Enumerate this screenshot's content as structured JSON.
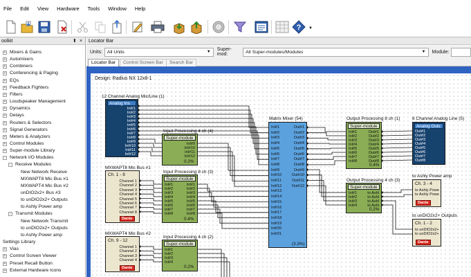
{
  "menu": [
    "File",
    "Edit",
    "View",
    "Hardware",
    "Tools",
    "Window",
    "Help"
  ],
  "toolbar_icons": [
    "new-document-icon",
    "open-folder-icon",
    "save-icon",
    "delete-icon",
    "cut-icon",
    "copy-icon",
    "paste-icon",
    "edit-icon",
    "print-icon",
    "package-icon",
    "unpackage-icon",
    "stop-icon",
    "filter-icon",
    "properties-icon",
    "grid-icon",
    "help-icon"
  ],
  "toolkit": {
    "title": "oolkit",
    "pin": "⬆",
    "close": "×",
    "items": [
      {
        "label": "Mixers & Gains",
        "depth": 0,
        "box": "+"
      },
      {
        "label": "Automixers",
        "depth": 0,
        "box": "+"
      },
      {
        "label": "Combiners",
        "depth": 0,
        "box": "+"
      },
      {
        "label": "Conferencing & Paging",
        "depth": 0,
        "box": "+"
      },
      {
        "label": "EQs",
        "depth": 0,
        "box": "+"
      },
      {
        "label": "Feedback Fighters",
        "depth": 0,
        "box": "+"
      },
      {
        "label": "Filters",
        "depth": 0,
        "box": "+"
      },
      {
        "label": "Loudspeaker Management",
        "depth": 0,
        "box": "+"
      },
      {
        "label": "Dynamics",
        "depth": 0,
        "box": "+"
      },
      {
        "label": "Delays",
        "depth": 0,
        "box": "+"
      },
      {
        "label": "Routers & Selectors",
        "depth": 0,
        "box": "+"
      },
      {
        "label": "Signal Generators",
        "depth": 0,
        "box": "+"
      },
      {
        "label": "Meters & Analyzers",
        "depth": 0,
        "box": "+"
      },
      {
        "label": "Control Modules",
        "depth": 0,
        "box": "+"
      },
      {
        "label": "Super-module Library",
        "depth": 0,
        "box": "+"
      },
      {
        "label": "Network I/O Modules",
        "depth": 0,
        "box": "-"
      },
      {
        "label": "Receive Modules",
        "depth": 1,
        "box": "-"
      },
      {
        "label": "New Network Receive",
        "depth": 2,
        "box": ""
      },
      {
        "label": "MXWAPT8 Mic Bus #1",
        "depth": 2,
        "box": ""
      },
      {
        "label": "MXWAPT4 Mic Bus #2",
        "depth": 2,
        "box": ""
      },
      {
        "label": "unDIO2x2+ Bus #3",
        "depth": 2,
        "box": ""
      },
      {
        "label": "to unDIO2x2+ Outputs",
        "depth": 2,
        "box": ""
      },
      {
        "label": "to Ashly Power amp",
        "depth": 2,
        "box": ""
      },
      {
        "label": "Transmit Modules",
        "depth": 1,
        "box": "-"
      },
      {
        "label": "New Network Transmit",
        "depth": 2,
        "box": ""
      },
      {
        "label": "to unDIO2x2+ Outputs",
        "depth": 2,
        "box": ""
      },
      {
        "label": "to Ashly Power amp",
        "depth": 2,
        "box": ""
      },
      {
        "label": "Settings Library",
        "depth": 0,
        "box": ""
      },
      {
        "label": "Vias",
        "depth": 0,
        "box": "+"
      },
      {
        "label": "Control Screen Viewer",
        "depth": 0,
        "box": "+"
      },
      {
        "label": "Preset Recall Button",
        "depth": 0,
        "box": "+"
      },
      {
        "label": "External Hardware Icons",
        "depth": 0,
        "box": "+"
      }
    ]
  },
  "locator": {
    "title": "Locator Bar",
    "units_label": "Units:",
    "units_value": "All Units",
    "supermod_label": "Super-mod:",
    "supermod_value": "All Super-modules/Modules",
    "module_label": "Module:",
    "tabs": [
      "Locator Bar",
      "Control Screen Bar",
      "Search Bar"
    ]
  },
  "design": {
    "title": "Design: Radius NX 12x8-1",
    "analog_title": "12 Channel Analog Mic/Line (1)",
    "analog_ins": {
      "name": "Analog Ins",
      "pins": [
        "Inl#1",
        "Inl#2",
        "Inl#3",
        "Inl#4",
        "Inl#5",
        "Inl#6",
        "Inl#7",
        "Inl#8",
        "Inl#9",
        "Inl#10",
        "Inl#11",
        "Inl#12"
      ]
    },
    "input_proc_1": {
      "title": "Input Processing 4 ch (4)",
      "name": "Super-module",
      "pins": [
        "Inl#9",
        "Inl#10",
        "Inl#11",
        "Inl#12"
      ],
      "pct": "0.2%"
    },
    "input_proc_2": {
      "title": "Input Processing 8 ch (3)",
      "name": "Super-module",
      "pins_in": [
        "Inl#1",
        "Inl#2",
        "Inl#3",
        "Inl#4",
        "Inl#5",
        "Inl#6",
        "Inl#7",
        "Inl#8"
      ],
      "pins_out": [
        "Inl#1",
        "Inl#2",
        "Inl#3",
        "Inl#4",
        "Inl#5",
        "Inl#6",
        "Inl#7",
        "Inl#8"
      ],
      "pct": "0.4%"
    },
    "input_proc_3": {
      "title": "Input Processing 4 ch (2)",
      "name": "Super-module",
      "pins": [
        "Inl#1",
        "Inl#2",
        "Inl#3",
        "Inl#4"
      ],
      "pct": "0.2%"
    },
    "mxw1": {
      "title": "MXWAPT8 Mic Bus #1",
      "head": "Ch. 1 - 8",
      "pins": [
        "Channel 1",
        "Channel 2",
        "Channel 3",
        "Channel 4",
        "Channel 5",
        "Channel 6",
        "Channel 7",
        "Channel 8"
      ],
      "badge": "Dante"
    },
    "mxw2": {
      "title": "MXWAPT4 Mic Bus #2",
      "head": "Ch. 9 - 12",
      "pins": [
        "Channel 1",
        "Channel 2",
        "Channel 3",
        "Channel 4"
      ],
      "badge": "Dante"
    },
    "matrix": {
      "title": "Matrix Mixer (54)",
      "ins": [
        "Inl#1",
        "Inl#2",
        "Inl#3",
        "Inl#4",
        "Inl#5",
        "Inl#6",
        "Inl#7",
        "Inl#8",
        "Inl#9",
        "Inl#10",
        "Inl#11",
        "Inl#12",
        "Inl#13",
        "Inl#14",
        "Inl#15",
        "Inl#16",
        "Inl#17",
        "Inl#18",
        "Inl#19",
        "Inl#20",
        "Inl#21"
      ],
      "outs": [
        "Out#1",
        "Out#2",
        "Out#3",
        "Out#4",
        "Out#5",
        "Out#6",
        "Out#7",
        "Out#8",
        "Out#9",
        "Out#10",
        "Out#11",
        "Out#12"
      ],
      "pct": "(3.3%)"
    },
    "output_proc_1": {
      "title": "Output Processing 8 ch (1)",
      "name": "Super-module",
      "pins_in": [
        "Inl#1",
        "Inl#2",
        "Inl#3",
        "Inl#4",
        "Inl#5",
        "Inl#6",
        "Inl#7",
        "Inl#8"
      ],
      "pins_out": [
        "Out#1",
        "Out#2",
        "Out#3",
        "Out#4",
        "Out#5",
        "Out#6",
        "Out#7",
        "Out#8"
      ],
      "pct": "0.4%"
    },
    "output_proc_2": {
      "title": "Output Processing 4 ch (3)",
      "name": "Super-module",
      "pins_in": [
        "Inl#1",
        "Inl#2",
        "Inl#3",
        "Inl#4"
      ],
      "pins_out": [
        "to Ashl",
        "to Ashl",
        "to Ashl",
        "to Ashl"
      ],
      "pct": "0.2%"
    },
    "analog_outs": {
      "title": "8 Channel Analog Line (5)",
      "name": "Analog Outs",
      "pins": [
        "Out#1",
        "Out#2",
        "Out#3",
        "Out#4",
        "Out#5",
        "Out#6",
        "Out#7",
        "Out#8"
      ]
    },
    "ashly": {
      "title": "to Ashly Power amp",
      "head": "Ch. 3 - 4",
      "pins": [
        "to Ashly Powe",
        "to Ashly Powe"
      ],
      "badge": "Dante"
    },
    "undio": {
      "title": "to unDIO2x2+ Outputs",
      "head": "Ch. 1 - 2",
      "pins": [
        "to unDIO2x2+",
        "to unDIO2x2+"
      ],
      "badge": "Dante"
    }
  }
}
